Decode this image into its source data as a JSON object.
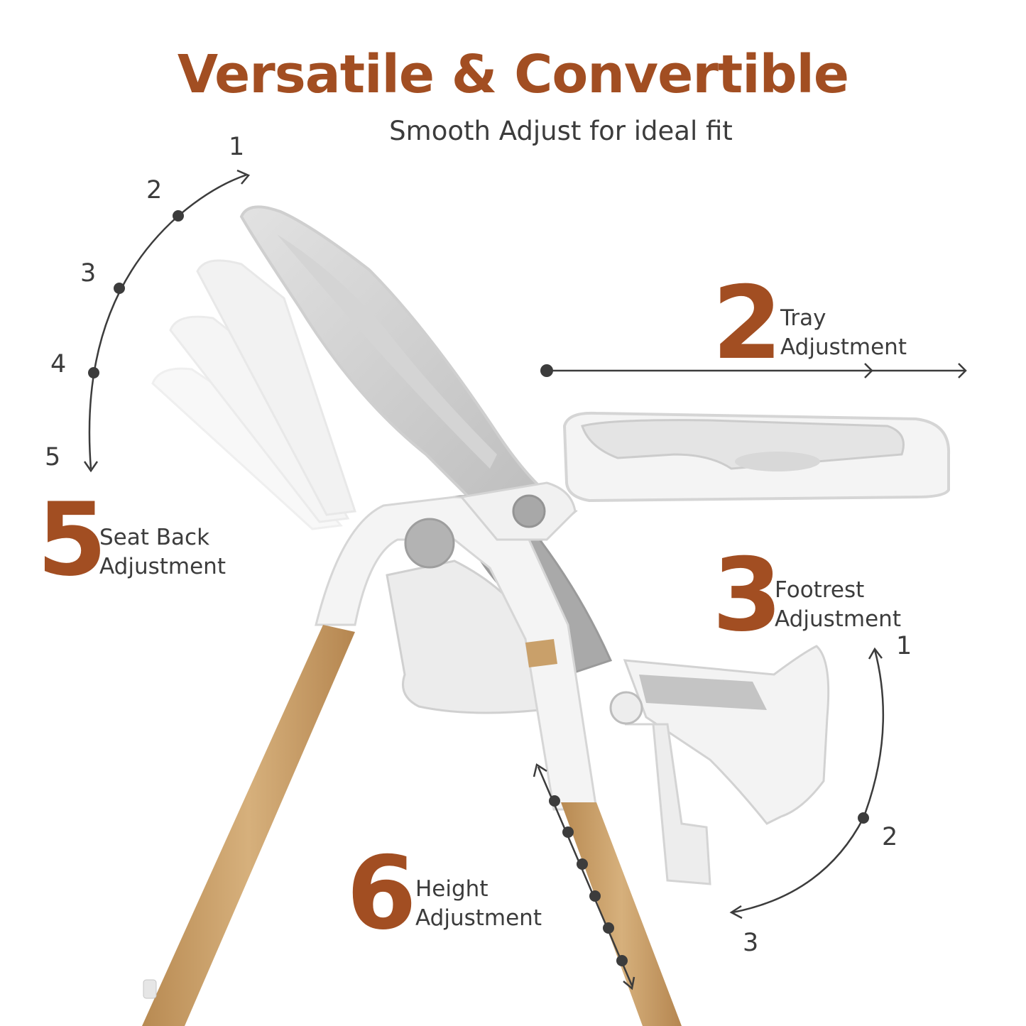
{
  "header": {
    "title": "Versatile & Convertible",
    "subtitle": "Smooth Adjust for ideal fit"
  },
  "callouts": {
    "tray": {
      "number": "2",
      "line1": "Tray",
      "line2": "Adjustment"
    },
    "seat_back": {
      "number": "5",
      "line1": "Seat Back",
      "line2": "Adjustment"
    },
    "footrest": {
      "number": "3",
      "line1": "Footrest",
      "line2": "Adjustment"
    },
    "height": {
      "number": "6",
      "line1": "Height",
      "line2": "Adjustment"
    }
  },
  "seat_back_positions": [
    "1",
    "2",
    "3",
    "4",
    "5"
  ],
  "footrest_positions": [
    "1",
    "2",
    "3"
  ],
  "colors": {
    "accent": "#a24e22",
    "text": "#3c3c3c",
    "wood": "#c9a06a",
    "chair_white": "#f2f2f2",
    "cushion_grey": "#bdbdbd"
  }
}
